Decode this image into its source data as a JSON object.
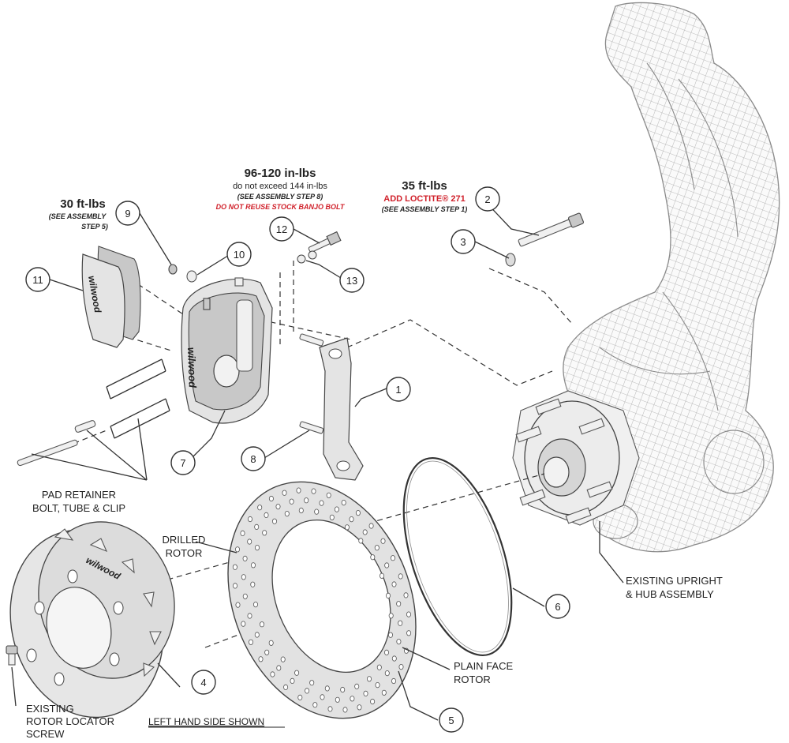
{
  "torque_30": {
    "value": "30 ft-lbs",
    "note1": "(SEE ASSEMBLY",
    "note2": "STEP 5)"
  },
  "torque_96": {
    "value": "96-120 in-lbs",
    "limit": "do not exceed 144 in-lbs",
    "note": "(SEE ASSEMBLY STEP 8)",
    "warning": "DO NOT REUSE STOCK BANJO BOLT"
  },
  "torque_35": {
    "value": "35 ft-lbs",
    "loctite": "ADD LOCTITE® 271",
    "note": "(SEE ASSEMBLY STEP 1)"
  },
  "callouts": [
    "1",
    "2",
    "3",
    "4",
    "5",
    "6",
    "7",
    "8",
    "9",
    "10",
    "11",
    "12",
    "13"
  ],
  "labels": {
    "pad_retainer_1": "PAD RETAINER",
    "pad_retainer_2": "BOLT, TUBE & CLIP",
    "drilled_1": "DRILLED",
    "drilled_2": "ROTOR",
    "upright_1": "EXISTING UPRIGHT",
    "upright_2": "& HUB ASSEMBLY",
    "plain_1": "PLAIN FACE",
    "plain_2": "ROTOR",
    "locator_1": "EXISTING",
    "locator_2": "ROTOR LOCATOR",
    "locator_3": "SCREW",
    "side_shown": "LEFT HAND SIDE SHOWN"
  },
  "brand": "wilwood",
  "colors": {
    "warning_red": "#d0202a",
    "line": "#333333"
  }
}
